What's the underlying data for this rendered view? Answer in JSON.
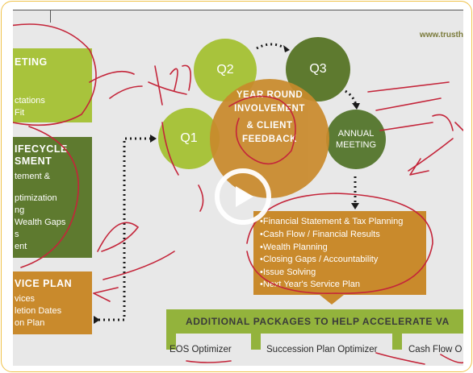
{
  "url": "www.trusth",
  "colors": {
    "green_light": "#a8c33c",
    "green_dark": "#5e7a2f",
    "orange": "#c98a2c",
    "annual": "#5b7b35",
    "ink": "#c4253a",
    "frame": "#f0c24a"
  },
  "left_boxes": {
    "meeting": {
      "title": "ETING",
      "lines": [
        "ctations",
        "Fit"
      ]
    },
    "lifecycle": {
      "title_1": "IFECYCLE",
      "title_2": "SMENT",
      "lines": [
        "tement &",
        "ptimization",
        "ng",
        "Wealth Gaps",
        "s",
        "ent"
      ]
    },
    "service": {
      "title": "VICE PLAN",
      "lines": [
        "vices",
        "letion Dates",
        "on Plan"
      ]
    }
  },
  "circles": {
    "q1": "Q1",
    "q2": "Q2",
    "q3": "Q3",
    "annual_1": "ANNUAL",
    "annual_2": "MEETING",
    "center_1": "YEAR ROUND",
    "center_2": "INVOLVEMENT",
    "center_3": "& CLIENT",
    "center_4": "FEEDBACK"
  },
  "planning_items": [
    "•Financial Statement & Tax Planning",
    "•Cash Flow / Financial Results",
    "•Wealth Planning",
    "•Closing Gaps / Accountability",
    "•Issue Solving",
    "•Next Year's Service Plan"
  ],
  "band": "ADDITIONAL PACKAGES TO HELP ACCELERATE VA",
  "packages": [
    "EOS Optimizer",
    "Succession Plan Optimizer",
    "Cash Flow O"
  ],
  "icons": {
    "play": "play-icon"
  }
}
